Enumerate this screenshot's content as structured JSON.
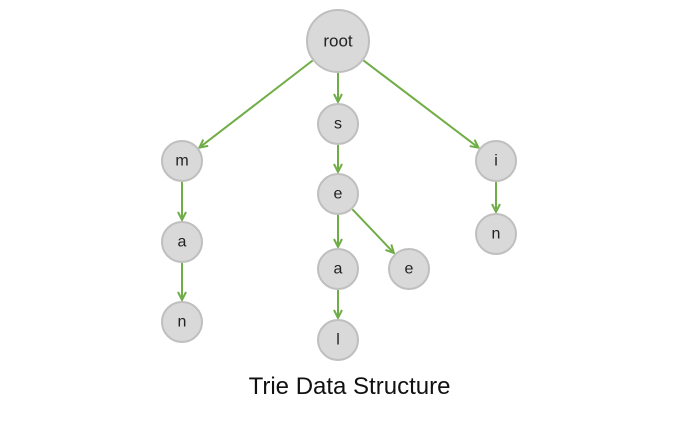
{
  "colors": {
    "edge": "#70ad47",
    "root_label": "#70ad47",
    "node_fill": "#d9d9d9",
    "node_stroke": "#bfbfbf",
    "label": "#222222"
  },
  "diagram": {
    "caption": "Trie Data Structure",
    "nodes": [
      {
        "id": "root",
        "label": "root"
      },
      {
        "id": "m",
        "label": "m"
      },
      {
        "id": "ma",
        "label": "a"
      },
      {
        "id": "man",
        "label": "n"
      },
      {
        "id": "s",
        "label": "s"
      },
      {
        "id": "se",
        "label": "e"
      },
      {
        "id": "sea",
        "label": "a"
      },
      {
        "id": "seal",
        "label": "l"
      },
      {
        "id": "see",
        "label": "e"
      },
      {
        "id": "i",
        "label": "i"
      },
      {
        "id": "in",
        "label": "n"
      }
    ],
    "edges": [
      {
        "from": "root",
        "to": "m"
      },
      {
        "from": "root",
        "to": "s"
      },
      {
        "from": "root",
        "to": "i"
      },
      {
        "from": "m",
        "to": "ma"
      },
      {
        "from": "ma",
        "to": "man"
      },
      {
        "from": "s",
        "to": "se"
      },
      {
        "from": "se",
        "to": "sea"
      },
      {
        "from": "se",
        "to": "see"
      },
      {
        "from": "sea",
        "to": "seal"
      },
      {
        "from": "i",
        "to": "in"
      }
    ]
  }
}
